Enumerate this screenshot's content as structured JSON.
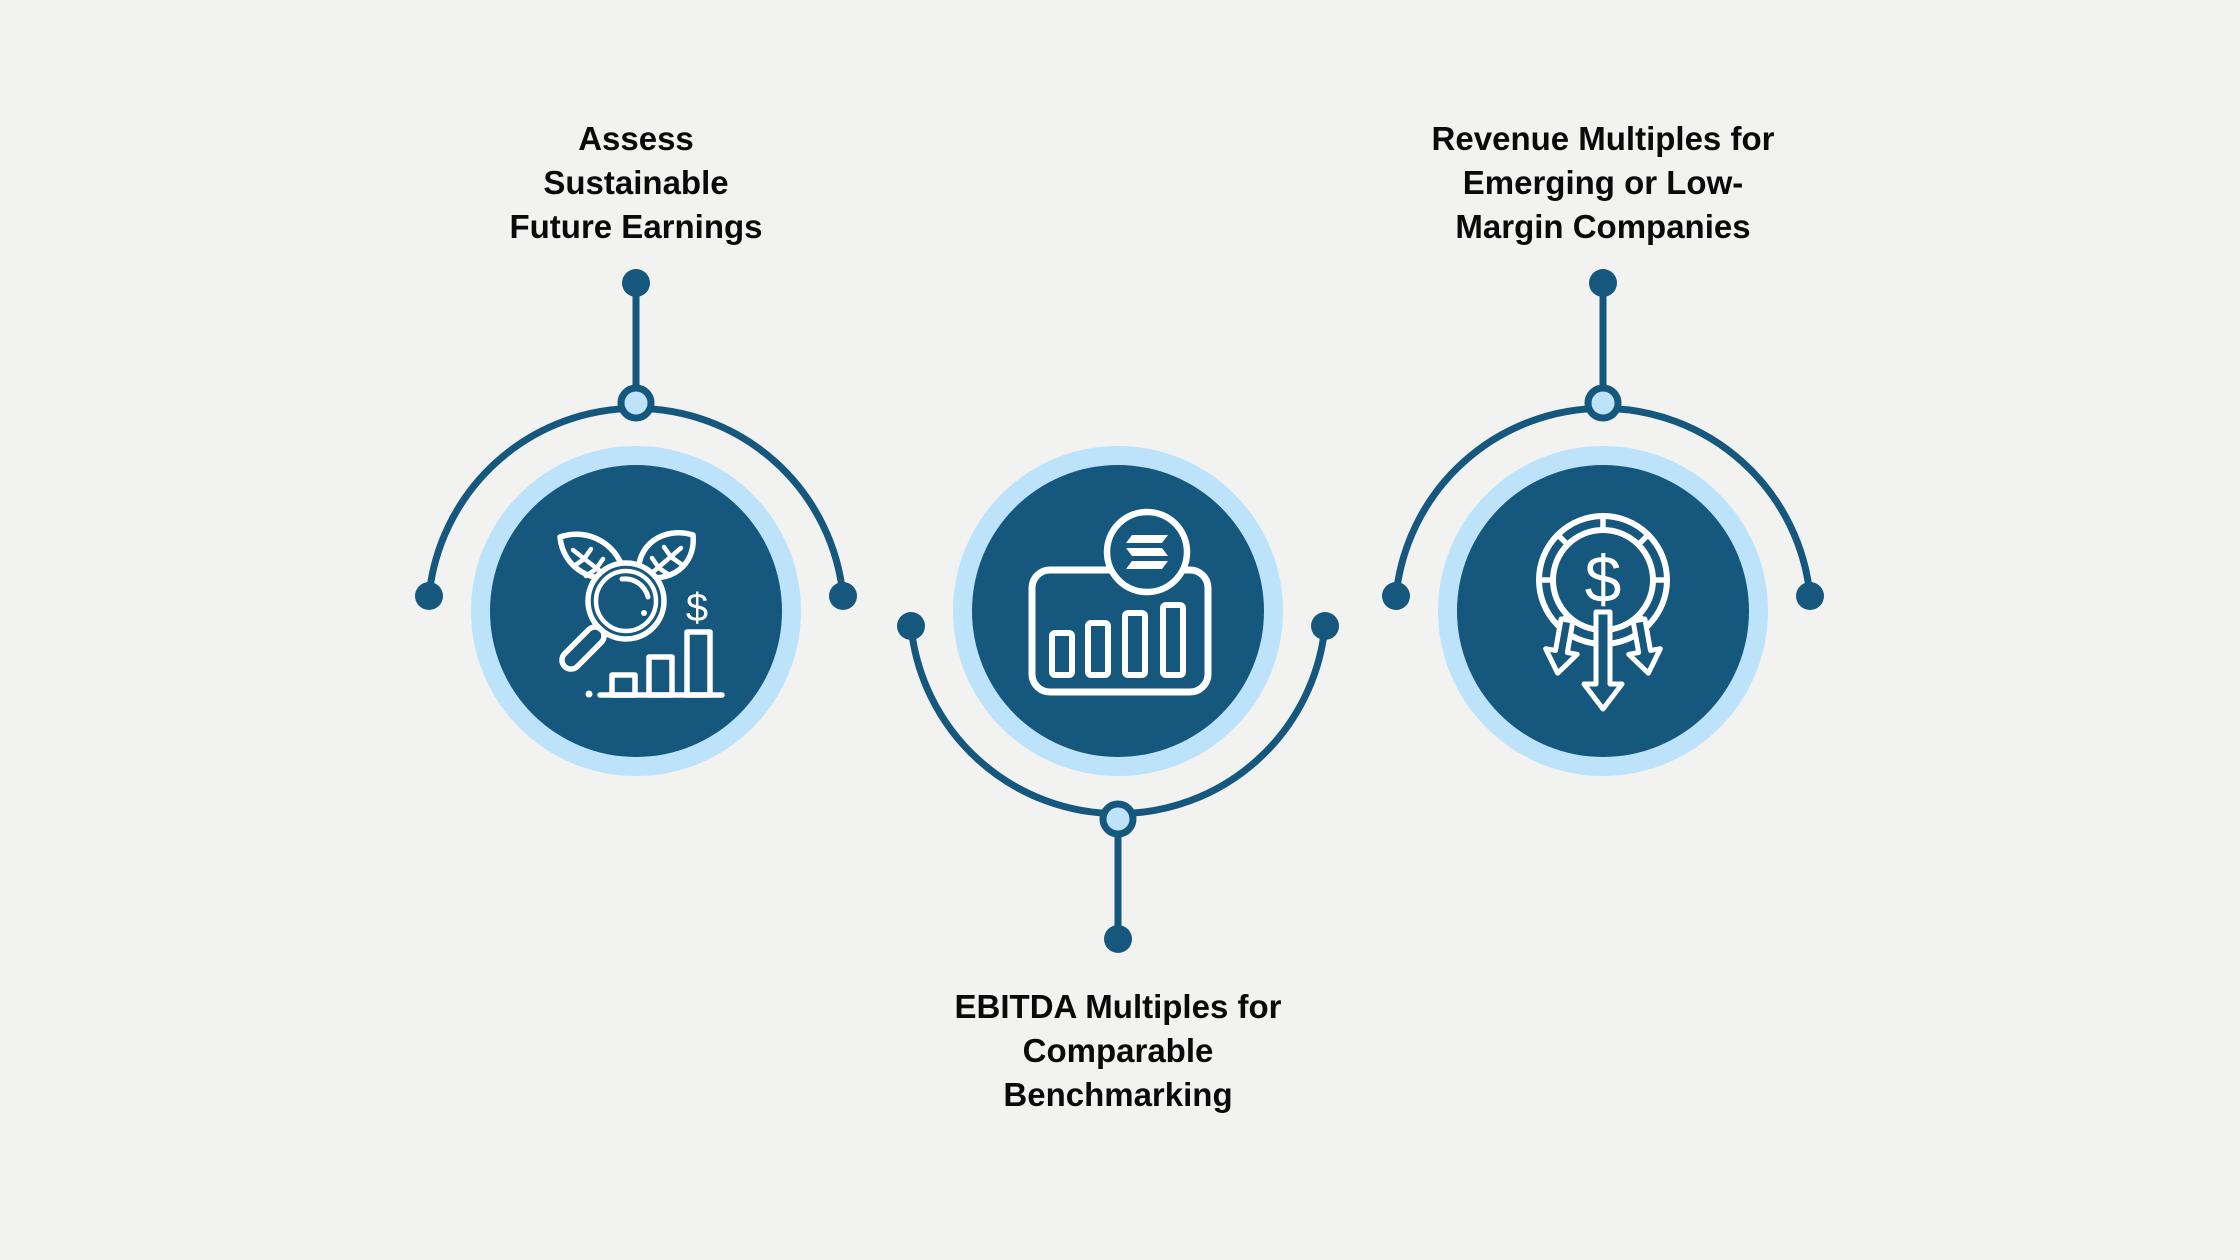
{
  "canvas": {
    "background_color": "#f2f2f1",
    "dark_blue": "#15577d",
    "light_blue": "#bce3fa",
    "icon_stroke_color": "#ffffff",
    "text_color": "#0a0a0a"
  },
  "units": [
    {
      "id": "assess-sustainable-future-earnings",
      "orientation": "connector-on-top",
      "label_lines": [
        "Assess",
        "Sustainable",
        "Future Earnings"
      ],
      "icon": "growth-magnifier-icon",
      "icon_text": "$"
    },
    {
      "id": "ebitda-multiples-comparable-benchmarking",
      "orientation": "connector-on-bottom",
      "label_lines": [
        "EBITDA Multiples for",
        "Comparable",
        "Benchmarking"
      ],
      "icon": "chart-board-stripes-icon",
      "icon_text": ""
    },
    {
      "id": "revenue-multiples-emerging-low-margin",
      "orientation": "connector-on-top",
      "label_lines": [
        "Revenue Multiples for",
        "Emerging or Low-",
        "Margin Companies"
      ],
      "icon": "dollar-coin-down-arrows-icon",
      "icon_text": "$"
    }
  ]
}
